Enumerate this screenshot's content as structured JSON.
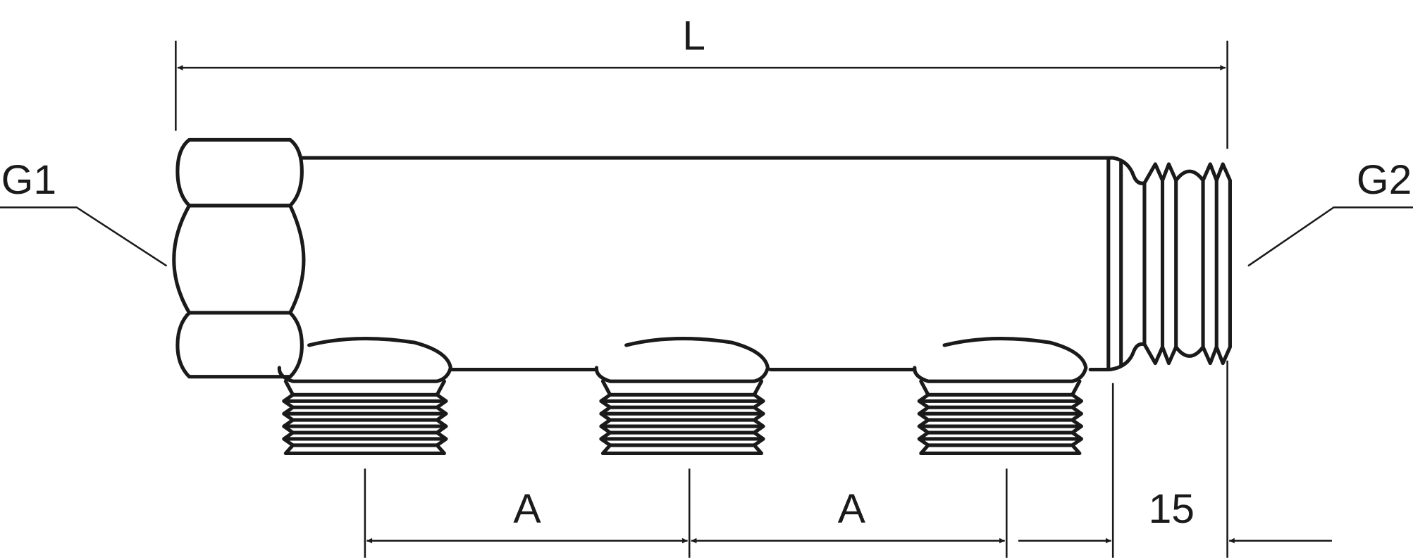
{
  "labels": {
    "overall_length": "L",
    "inlet_thread": "G1",
    "outlet_thread": "G2",
    "spacing_1": "A",
    "spacing_2": "A",
    "thread_length": "15"
  },
  "colors": {
    "line": "#1a1a1a",
    "background": "#ffffff"
  }
}
